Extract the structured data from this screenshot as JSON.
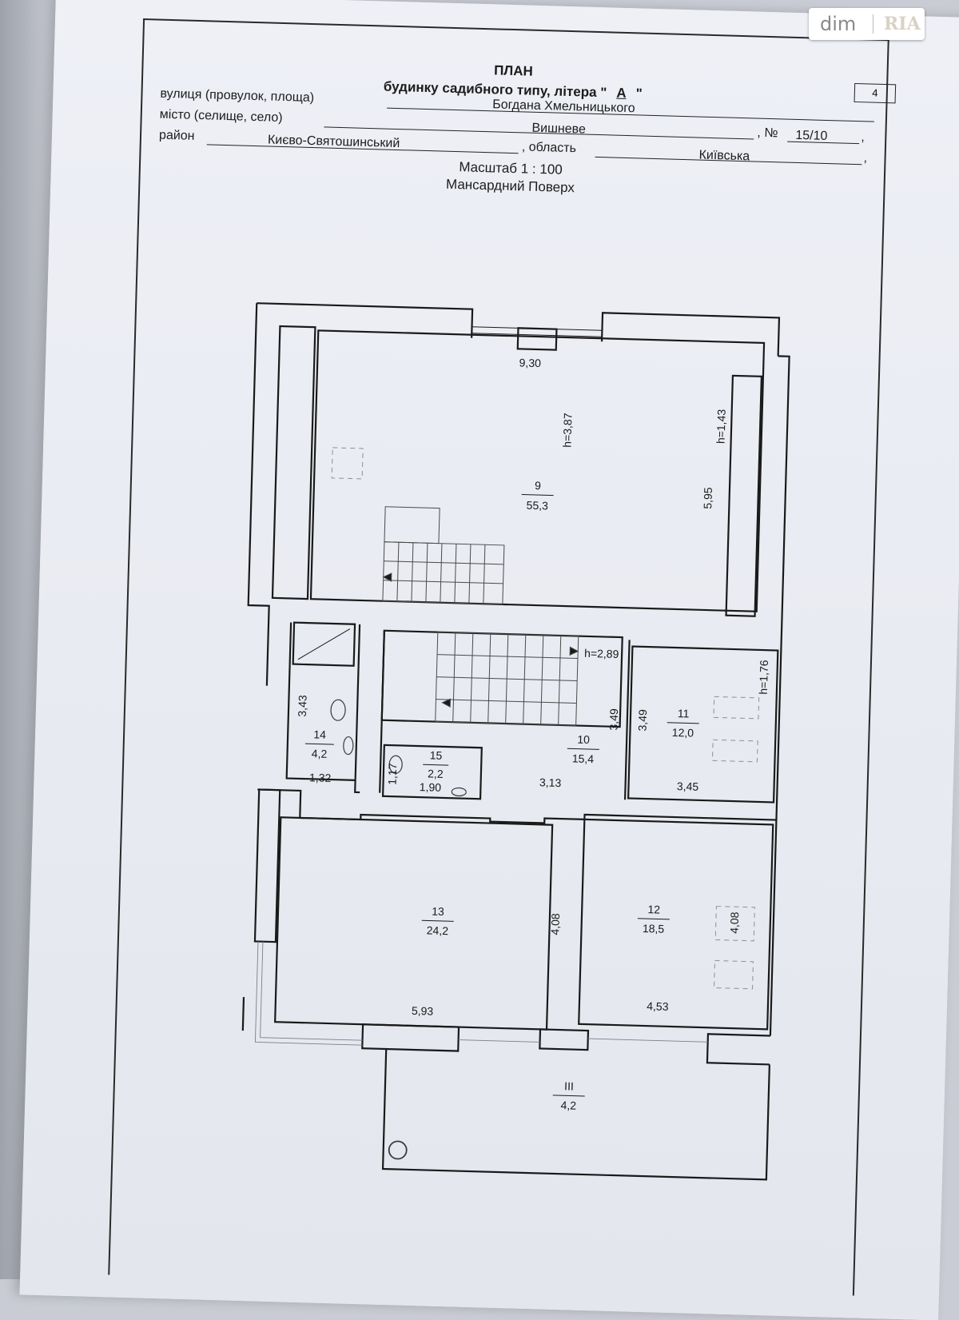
{
  "header": {
    "title": "ПЛАН",
    "subtitle_prefix": "будинку садибного типу, літера \"",
    "litera": "А",
    "subtitle_suffix": "\"",
    "street_label": "вулиця (провулок, площа)",
    "street_value": "Богдана Хмельницького",
    "city_label": "місто (селище, село)",
    "city_value": "Вишневе",
    "number_label": ", №",
    "number_value": "15/10",
    "number_tail": ",",
    "district_label": "район",
    "district_value": "Києво-Святошинський",
    "region_label": ", область",
    "region_value": "Київська",
    "region_tail": ",",
    "scale": "Масштаб 1 : 100",
    "floor": "Мансардний Поверх",
    "sheet_number": "4"
  },
  "rooms": [
    {
      "id": "9",
      "num": "9",
      "area": "55,3"
    },
    {
      "id": "10",
      "num": "10",
      "area": "15,4"
    },
    {
      "id": "11",
      "num": "11",
      "area": "12,0"
    },
    {
      "id": "12",
      "num": "12",
      "area": "18,5"
    },
    {
      "id": "13",
      "num": "13",
      "area": "24,2"
    },
    {
      "id": "14",
      "num": "14",
      "area": "4,2"
    },
    {
      "id": "15",
      "num": "15",
      "area": "2,2"
    },
    {
      "id": "III",
      "num": "III",
      "area": "4,2"
    }
  ],
  "dimensions": {
    "r9_width": "9,30",
    "r9_height_a": "h=3,87",
    "r9_height_b": "h=1,43",
    "r9_depth": "5,95",
    "r10_height": "h=2,89",
    "r10_side": "3,49",
    "r10_width": "3,13",
    "r11_side": "3,49",
    "r11_height": "h=1,76",
    "r11_width": "3,45",
    "r14_side": "3,43",
    "r14_width": "1,32",
    "r15_side": "1,17",
    "r15_width": "1,90",
    "r13_side": "4,08",
    "r13_width": "5,93",
    "r12_side": "4,08",
    "r12_width": "4,53"
  },
  "watermark": {
    "brand_left": "dim",
    "brand_right": "RIA"
  },
  "colors": {
    "ink": "#1a1a1a",
    "paper": "#eceef4",
    "faint": "#8a8f99"
  }
}
